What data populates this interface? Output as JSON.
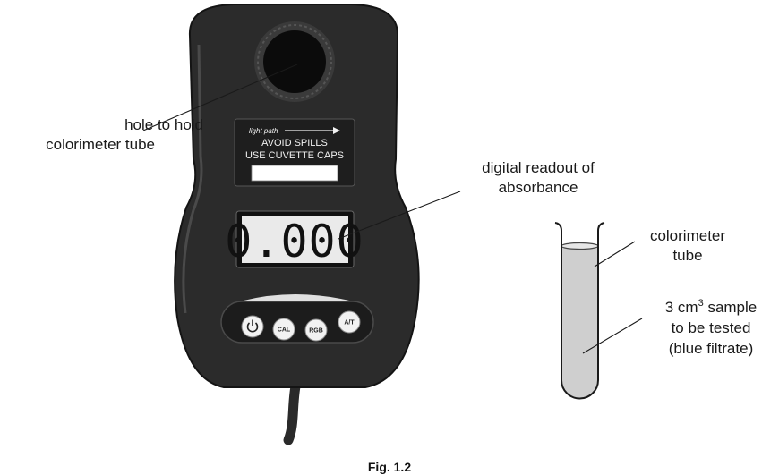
{
  "device": {
    "panel": {
      "light_path": "light path",
      "line1": "AVOID SPILLS",
      "line2": "USE CUVETTE CAPS"
    },
    "readout": "0.000",
    "buttons": {
      "cal": "CAL",
      "rgb": "RGB",
      "at": "A/T"
    }
  },
  "labels": {
    "hole_line1": "hole to hold",
    "hole_line2": "colorimeter tube",
    "readout_line1": "digital readout of",
    "readout_line2": "absorbance",
    "tube_line1": "colorimeter",
    "tube_line2": "tube",
    "sample_prefix": "3 cm",
    "sample_sup": "3",
    "sample_suffix": " sample",
    "sample_line2": "to be tested",
    "sample_line3": "(blue filtrate)"
  },
  "caption": "Fig. 1.2"
}
